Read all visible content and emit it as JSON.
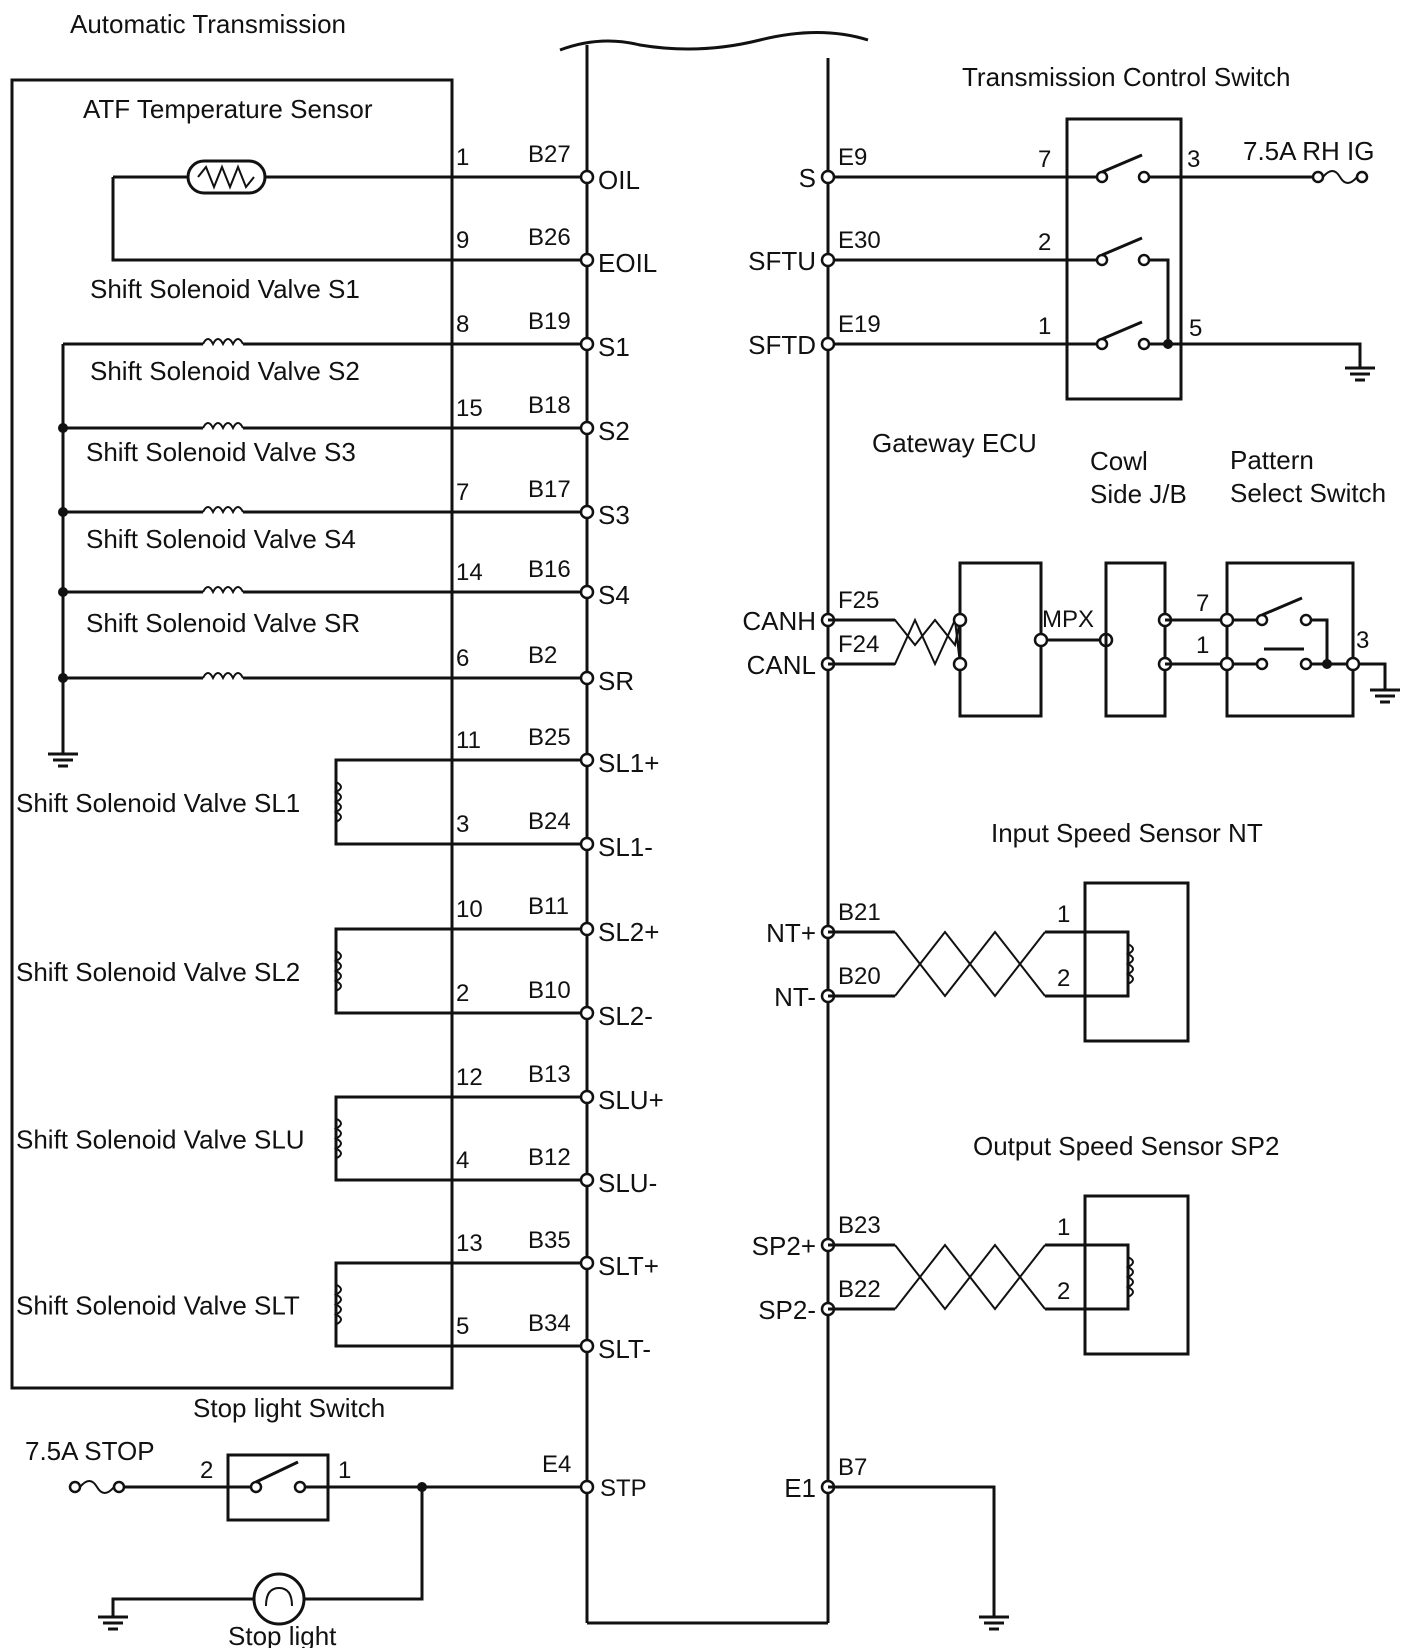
{
  "titles": {
    "automatic_transmission": "Automatic Transmission",
    "atf_sensor": "ATF Temperature Sensor",
    "transmission_control_switch": "Transmission Control Switch",
    "gateway_ecu": "Gateway ECU",
    "cowl_line1": "Cowl",
    "cowl_line2": "Side J/B",
    "pattern_line1": "Pattern",
    "pattern_line2": "Select Switch",
    "input_speed_sensor": "Input Speed Sensor NT",
    "output_speed_sensor": "Output Speed Sensor SP2",
    "stop_light_switch": "Stop light Switch",
    "stop_light": "Stop light"
  },
  "fuses": {
    "rh_ig": "7.5A RH IG",
    "stop": "7.5A STOP"
  },
  "left_circuits": [
    {
      "key": "oil",
      "device": "",
      "device_pin": "1",
      "connector": "B27",
      "terminal": "OIL"
    },
    {
      "key": "eoil",
      "device": "",
      "device_pin": "9",
      "connector": "B26",
      "terminal": "EOIL"
    },
    {
      "key": "s1",
      "device": "Shift Solenoid Valve S1",
      "device_pin": "8",
      "connector": "B19",
      "terminal": "S1"
    },
    {
      "key": "s2",
      "device": "Shift Solenoid Valve S2",
      "device_pin": "15",
      "connector": "B18",
      "terminal": "S2"
    },
    {
      "key": "s3",
      "device": "Shift Solenoid Valve S3",
      "device_pin": "7",
      "connector": "B17",
      "terminal": "S3"
    },
    {
      "key": "s4",
      "device": "Shift Solenoid Valve S4",
      "device_pin": "14",
      "connector": "B16",
      "terminal": "S4"
    },
    {
      "key": "sr",
      "device": "Shift Solenoid Valve SR",
      "device_pin": "6",
      "connector": "B2",
      "terminal": "SR"
    },
    {
      "key": "sl1p",
      "device": "Shift Solenoid Valve SL1",
      "device_pin": "11",
      "connector": "B25",
      "terminal": "SL1+"
    },
    {
      "key": "sl1m",
      "device": "",
      "device_pin": "3",
      "connector": "B24",
      "terminal": "SL1-"
    },
    {
      "key": "sl2p",
      "device": "Shift Solenoid Valve SL2",
      "device_pin": "10",
      "connector": "B11",
      "terminal": "SL2+"
    },
    {
      "key": "sl2m",
      "device": "",
      "device_pin": "2",
      "connector": "B10",
      "terminal": "SL2-"
    },
    {
      "key": "slup",
      "device": "Shift Solenoid Valve SLU",
      "device_pin": "12",
      "connector": "B13",
      "terminal": "SLU+"
    },
    {
      "key": "slum",
      "device": "",
      "device_pin": "4",
      "connector": "B12",
      "terminal": "SLU-"
    },
    {
      "key": "sltp",
      "device": "Shift Solenoid Valve SLT",
      "device_pin": "13",
      "connector": "B35",
      "terminal": "SLT+"
    },
    {
      "key": "sltm",
      "device": "",
      "device_pin": "5",
      "connector": "B34",
      "terminal": "SLT-"
    }
  ],
  "stp": {
    "connector": "E4",
    "terminal": "STP",
    "switch_pin_in": "2",
    "switch_pin_out": "1"
  },
  "right_circuits": [
    {
      "key": "s",
      "terminal": "S",
      "connector": "E9",
      "far_pin": "7"
    },
    {
      "key": "sftu",
      "terminal": "SFTU",
      "connector": "E30",
      "far_pin": "2"
    },
    {
      "key": "sftd",
      "terminal": "SFTD",
      "connector": "E19",
      "far_pin": "1"
    },
    {
      "key": "canh",
      "terminal": "CANH",
      "connector": "F25",
      "far_pin": ""
    },
    {
      "key": "canl",
      "terminal": "CANL",
      "connector": "F24",
      "far_pin": ""
    },
    {
      "key": "ntp",
      "terminal": "NT+",
      "connector": "B21",
      "far_pin": "1"
    },
    {
      "key": "ntm",
      "terminal": "NT-",
      "connector": "B20",
      "far_pin": "2"
    },
    {
      "key": "sp2p",
      "terminal": "SP2+",
      "connector": "B23",
      "far_pin": "1"
    },
    {
      "key": "sp2m",
      "terminal": "SP2-",
      "connector": "B22",
      "far_pin": "2"
    },
    {
      "key": "e1",
      "terminal": "E1",
      "connector": "B7",
      "far_pin": ""
    }
  ],
  "switch_pins": {
    "tcs_ig": "3",
    "tcs_ground": "5",
    "mpx": "MPX",
    "ps_7": "7",
    "ps_1": "1",
    "ps_3": "3"
  },
  "symbols": {
    "ground": "ground-icon",
    "fuse": "fuse-icon",
    "coil": "solenoid-coil-icon",
    "thermistor": "thermistor-icon",
    "bulb": "lamp-icon",
    "switch": "switch-contact-icon"
  },
  "colors": {
    "ink": "#111111",
    "paper": "#ffffff"
  }
}
